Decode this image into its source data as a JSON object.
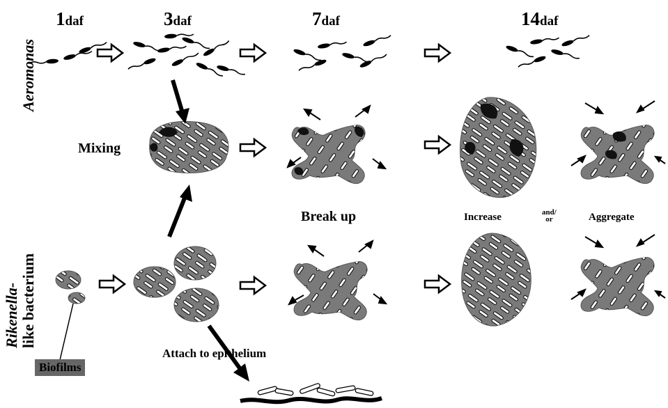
{
  "days": [
    {
      "num": "1",
      "unit": "daf"
    },
    {
      "num": "3",
      "unit": "daf"
    },
    {
      "num": "7",
      "unit": "daf"
    },
    {
      "num": "14",
      "unit": "daf"
    }
  ],
  "rows": {
    "aeromonas": "Aeromonas",
    "rikenella_line1": "Rikenella-",
    "rikenella_line2": "like bacterium"
  },
  "labels": {
    "mixing": "Mixing",
    "break_up": "Break up",
    "increase": "Increase",
    "and_or_1": "and/",
    "and_or_2": "or",
    "aggregate": "Aggregate",
    "attach": "Attach to epithelium",
    "biofilms": "Biofilms"
  },
  "colors": {
    "cluster": "#7a7a7a",
    "dark": "#111111",
    "rod": "#ffffff"
  }
}
